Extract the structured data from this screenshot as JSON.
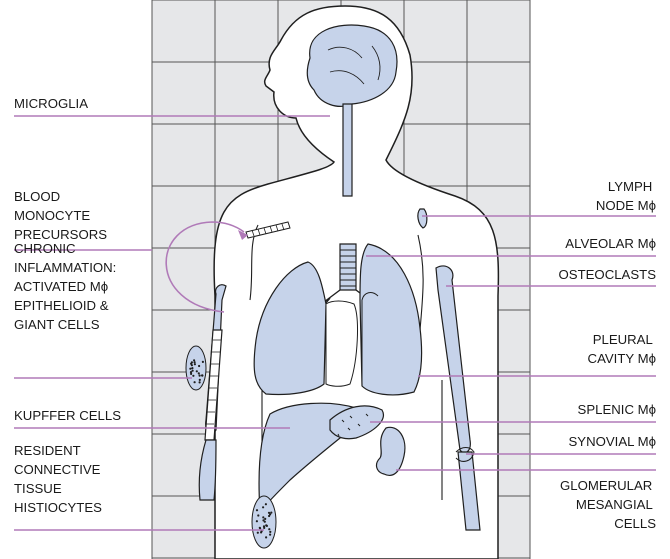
{
  "diagram": {
    "colors": {
      "background": "#ffffff",
      "grid_fill": "#e6e7e9",
      "grid_line": "#555555",
      "body_outline": "#1f1f1f",
      "organ_fill": "#c6d3ea",
      "pointer_line": "#b07ab8",
      "text": "#1a1a1a"
    },
    "labels_left": [
      {
        "id": "microglia",
        "lines": [
          "MICROGLIA"
        ]
      },
      {
        "id": "blood-monocyte-precursors",
        "lines": [
          "BLOOD",
          "MONOCYTE",
          "PRECURSORS"
        ]
      },
      {
        "id": "chronic-inflammation",
        "lines": [
          "CHRONIC",
          "INFLAMMATION:",
          "ACTIVATED Mϕ",
          "EPITHELIOID &",
          "GIANT CELLS"
        ]
      },
      {
        "id": "kupffer-cells",
        "lines": [
          "KUPFFER CELLS"
        ]
      },
      {
        "id": "resident-connective-tissue-histiocytes",
        "lines": [
          "RESIDENT",
          "CONNECTIVE",
          "TISSUE",
          "HISTIOCYTES"
        ]
      }
    ],
    "labels_right": [
      {
        "id": "lymph-node-macrophage",
        "lines": [
          "LYMPH",
          "NODE Mϕ"
        ]
      },
      {
        "id": "alveolar-macrophage",
        "lines": [
          "ALVEOLAR Mϕ"
        ]
      },
      {
        "id": "osteoclasts",
        "lines": [
          "OSTEOCLASTS"
        ]
      },
      {
        "id": "pleural-cavity-macrophage",
        "lines": [
          "PLEURAL",
          "CAVITY Mϕ"
        ]
      },
      {
        "id": "splenic-macrophage",
        "lines": [
          "SPLENIC Mϕ"
        ]
      },
      {
        "id": "synovial-macrophage",
        "lines": [
          "SYNOVIAL Mϕ"
        ]
      },
      {
        "id": "glomerular-mesangial-cells",
        "lines": [
          "GLOMERULAR",
          "MESANGIAL",
          "CELLS"
        ]
      }
    ]
  }
}
